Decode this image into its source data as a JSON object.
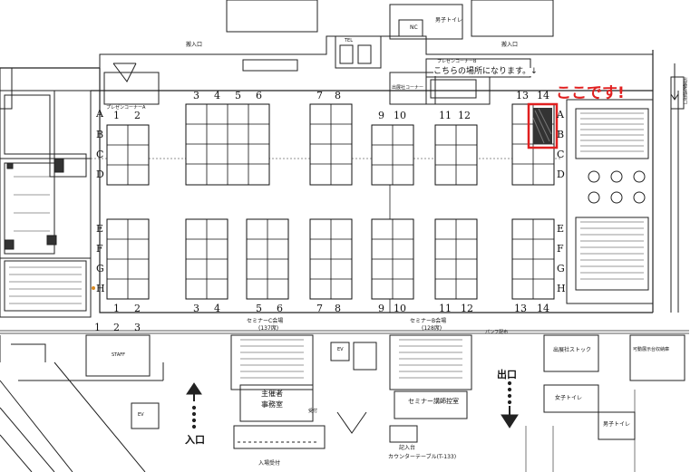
{
  "marker": {
    "callout": "ここです!",
    "highlight_color": "#e02020"
  },
  "labels": {
    "toilet_male_top": "男子トイレ",
    "nc": "NC",
    "sub_entrance_left": "搬入口",
    "sub_entrance_right": "搬入口",
    "tel": "TEL",
    "presen_a": "プレゼンコーナーA",
    "presen_b": "プレゼンコーナーB",
    "notice": "こちらの場所になります。↓",
    "exhibitor_corner": "出展社コーナー",
    "right_vertical": "出展者通用口",
    "seminar_c": "セミナーC会場",
    "seminar_c_cap": "(137席)",
    "seminar_b": "セミナーB会場",
    "seminar_b_cap": "(128席)",
    "staff": "STAFF",
    "stock": "出展社ストック",
    "storage": "可動展示台収納庫",
    "organizer": "主催者",
    "office": "事務室",
    "speaker_room": "セミナー講師控室",
    "female_toilet": "女子トイレ",
    "male_toilet": "男子トイレ",
    "entrance": "入口",
    "exit": "出口",
    "ev": "EV",
    "ev2": "EV",
    "reception": "入場受付",
    "counter_1": "記入台",
    "counter_2": "カウンターテーブル(T-133)",
    "reception_desk": "受付",
    "panel": "パンフ配布"
  },
  "columns_top": [
    "1",
    "2",
    "3",
    "4",
    "5",
    "6",
    "7",
    "8",
    "9",
    "10",
    "11",
    "12",
    "13",
    "14"
  ],
  "columns_bottom": [
    "1",
    "2",
    "3",
    "4",
    "5",
    "6",
    "7",
    "8",
    "9",
    "10",
    "11",
    "12",
    "13",
    "14"
  ],
  "columns_lower": [
    "1",
    "2",
    "3"
  ],
  "rows_left": [
    "A",
    "B",
    "C",
    "D",
    "E",
    "F",
    "G",
    "H"
  ],
  "rows_right": [
    "A",
    "B",
    "C",
    "D",
    "E",
    "F",
    "G",
    "H"
  ]
}
